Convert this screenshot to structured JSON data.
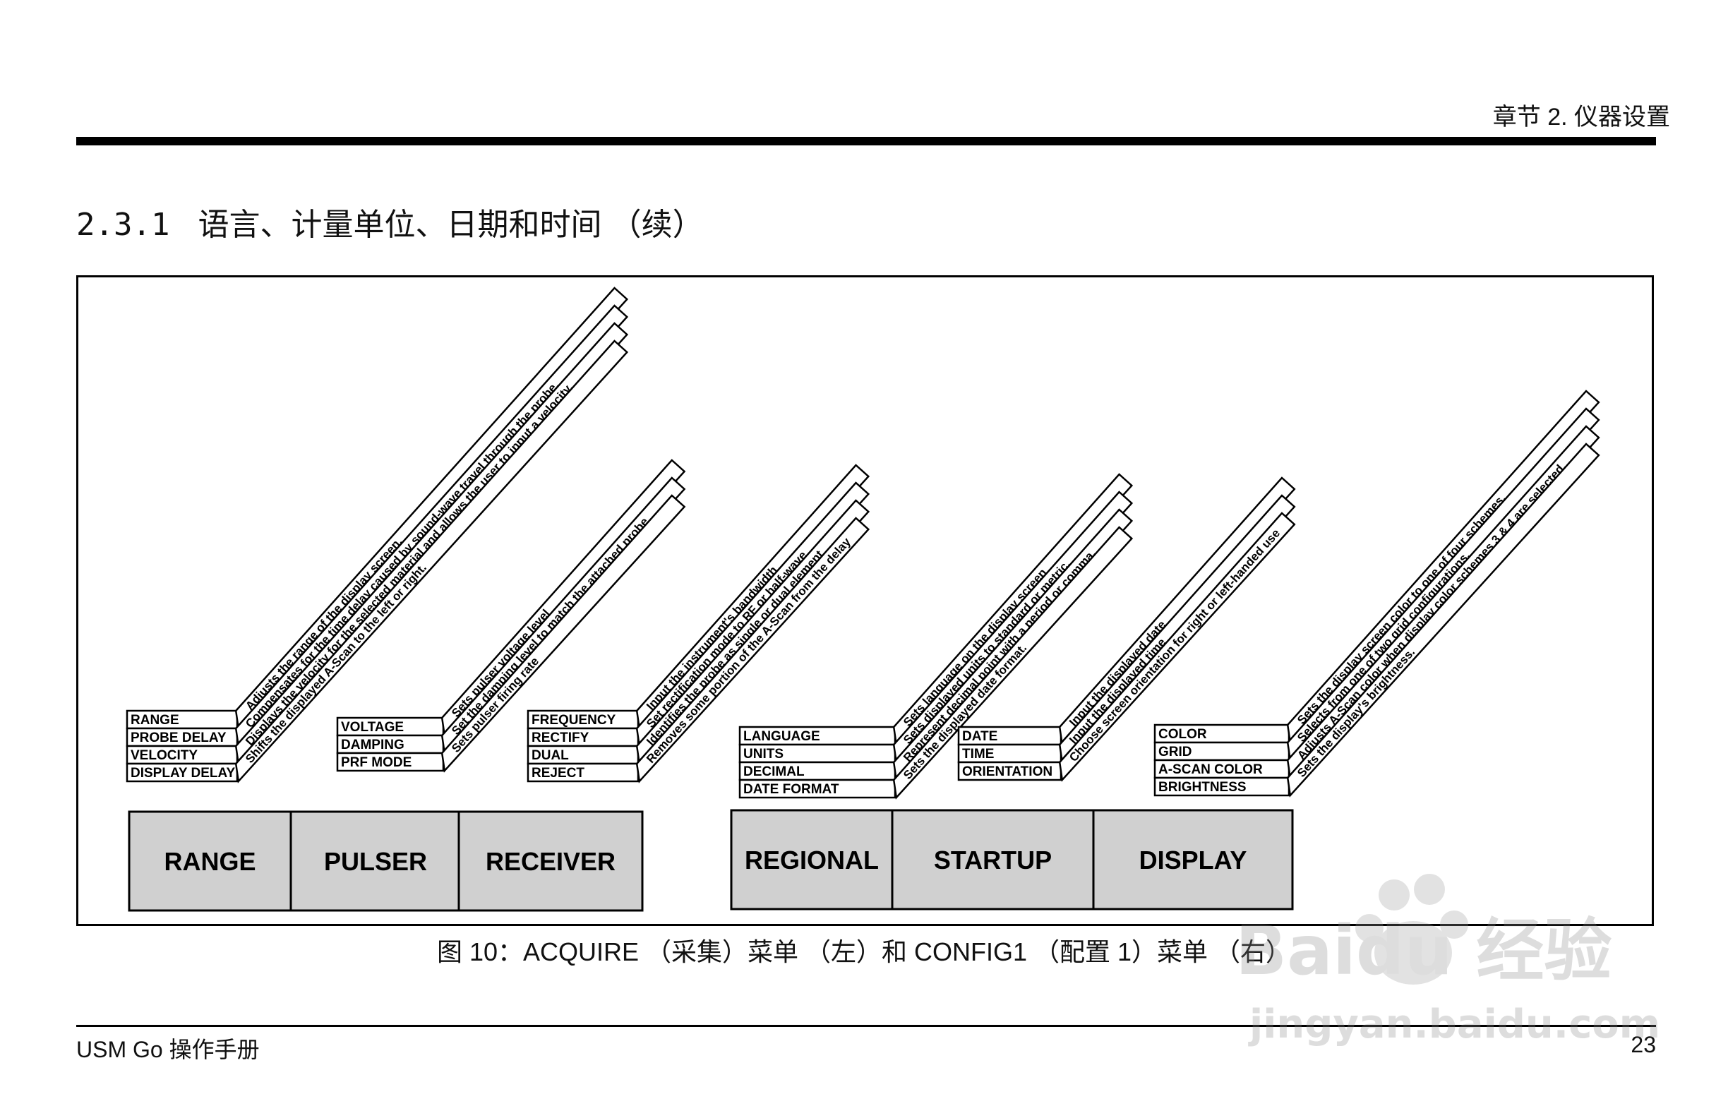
{
  "header": {
    "chapter": "章节 2. 仪器设置"
  },
  "section": {
    "number": "2.3.1",
    "title": "语言、计量单位、日期和时间 （续）"
  },
  "figure": {
    "groups": [
      {
        "button": "RANGE",
        "items": [
          "RANGE",
          "PROBE DELAY",
          "VELOCITY",
          "DISPLAY DELAY"
        ],
        "descs": [
          "Adjusts the range of the display screen.",
          "Compensates for the time delay caused by sound-wave travel through the probe.",
          "Displays the velocity for the selected material and allows the user to input a velocity.",
          "Shifts the displayed A-Scan to the left or right."
        ]
      },
      {
        "button": "PULSER",
        "items": [
          "VOLTAGE",
          "DAMPING",
          "PRF MODE"
        ],
        "descs": [
          "Sets pulser voltage level",
          "Set the damping level to match the attached probe",
          "Sets pulser firing rate"
        ]
      },
      {
        "button": "RECEIVER",
        "items": [
          "FREQUENCY",
          "RECTIFY",
          "DUAL",
          "REJECT"
        ],
        "descs": [
          "Input the instrument's bandwidth",
          "Set rectification mode to RF or half-wave",
          "Identifies the probe as single or dual element",
          "Removes some portion of the A-Scan from the delay"
        ]
      },
      {
        "button": "REGIONAL",
        "items": [
          "LANGUAGE",
          "UNITS",
          "DECIMAL",
          "DATE FORMAT"
        ],
        "descs": [
          "Sets language on the display screen",
          "Sets displayed units to standard or metric.",
          "Represent decimal point with a period or comma.",
          "Sets the displayed date format."
        ]
      },
      {
        "button": "STARTUP",
        "items": [
          "DATE",
          "TIME",
          "ORIENTATION"
        ],
        "descs": [
          "Input the displayed date",
          "Input the displayed time",
          "Choose screen orientation for right or left-handed use"
        ]
      },
      {
        "button": "DISPLAY",
        "items": [
          "COLOR",
          "GRID",
          "A-SCAN COLOR",
          "BRIGHTNESS"
        ],
        "descs": [
          "Sets the display screen color to one of four schemes.",
          "Selects from one of two grid configurations.",
          "Adjusts A-Scan color when display color schemes 3 & 4 are selected.",
          "Sets the display's brightness."
        ]
      }
    ]
  },
  "caption": "图 10：ACQUIRE （采集）菜单 （左）和 CONFIG1 （配置 1）菜单 （右）",
  "footer": {
    "manual": "USM Go 操作手册",
    "page": "23"
  },
  "watermark": {
    "logo": "Baidu 经验",
    "url": "jingyan.baidu.com"
  }
}
